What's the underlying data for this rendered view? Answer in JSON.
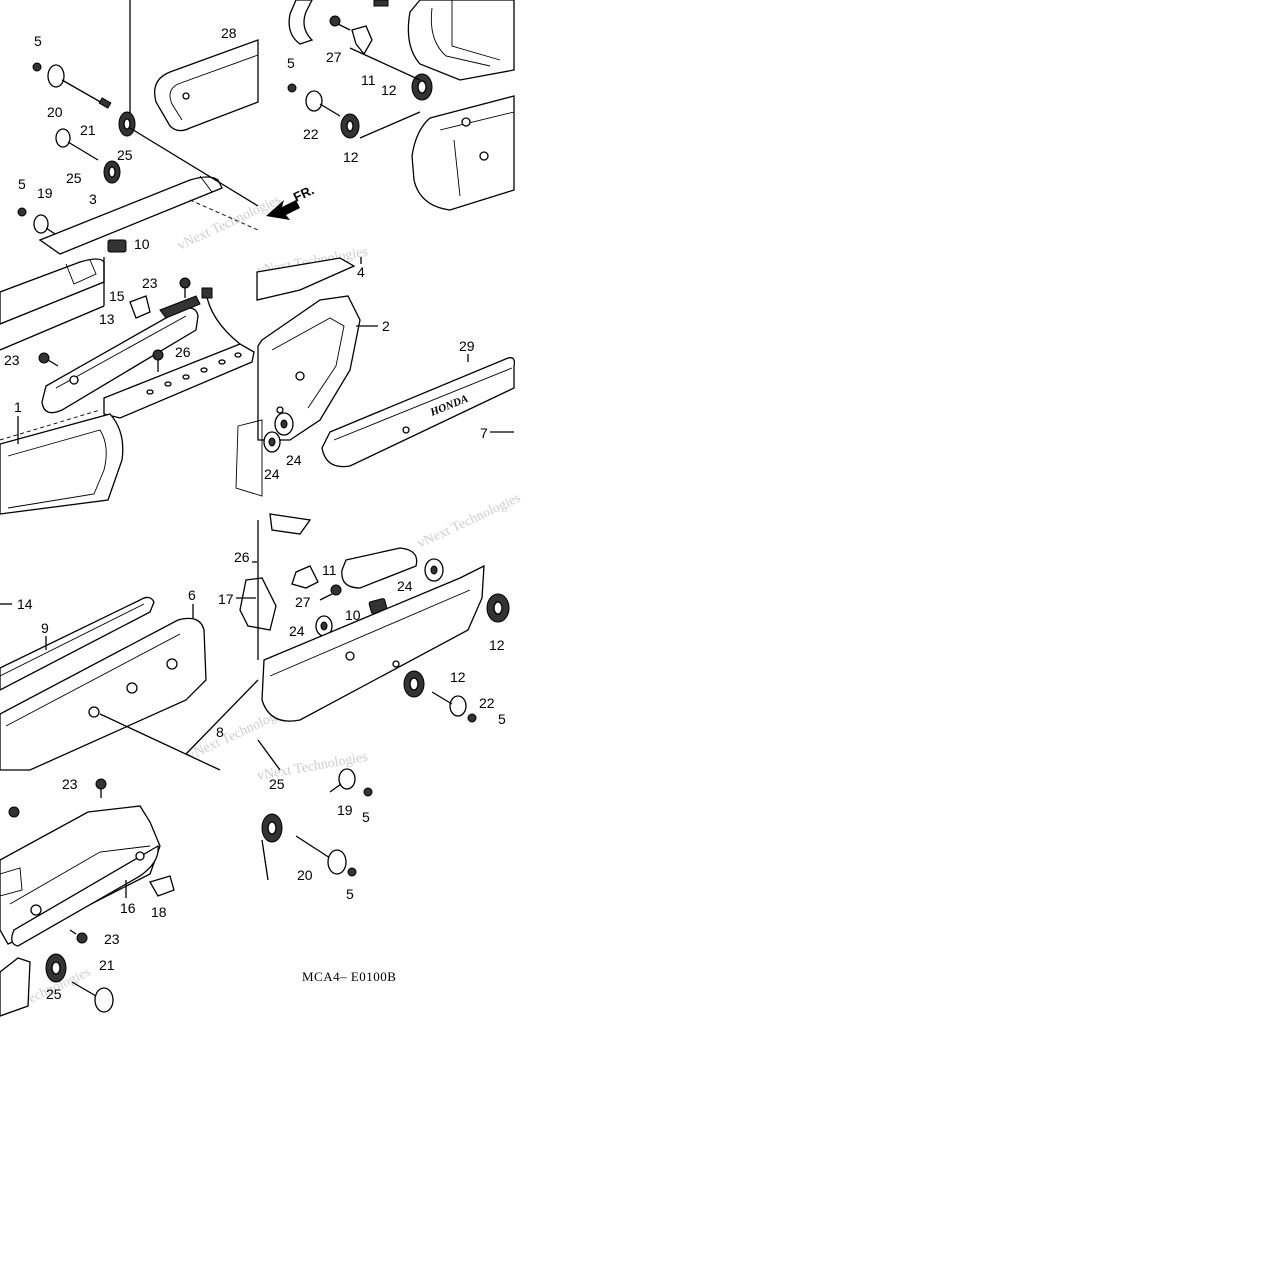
{
  "diagram": {
    "diagram_code": "MCA4– E0100B",
    "front_arrow_label": "FR.",
    "brand_mark": "HONDA",
    "watermark_text": "vNext Technologies",
    "callouts": [
      {
        "id": "c-28a",
        "label": "28"
      },
      {
        "id": "c-5a",
        "label": "5"
      },
      {
        "id": "c-20a",
        "label": "20"
      },
      {
        "id": "c-21a",
        "label": "21"
      },
      {
        "id": "c-25a",
        "label": "25"
      },
      {
        "id": "c-25b",
        "label": "25"
      },
      {
        "id": "c-5b",
        "label": "5"
      },
      {
        "id": "c-19a",
        "label": "19"
      },
      {
        "id": "c-3",
        "label": "3"
      },
      {
        "id": "c-10a",
        "label": "10"
      },
      {
        "id": "c-27a",
        "label": "27"
      },
      {
        "id": "c-11a",
        "label": "11"
      },
      {
        "id": "c-5c",
        "label": "5"
      },
      {
        "id": "c-12a",
        "label": "12"
      },
      {
        "id": "c-22a",
        "label": "22"
      },
      {
        "id": "c-12b",
        "label": "12"
      },
      {
        "id": "c-4",
        "label": "4"
      },
      {
        "id": "c-23a",
        "label": "23"
      },
      {
        "id": "c-15",
        "label": "15"
      },
      {
        "id": "c-13",
        "label": "13"
      },
      {
        "id": "c-26a",
        "label": "26"
      },
      {
        "id": "c-23b",
        "label": "23"
      },
      {
        "id": "c-1",
        "label": "1"
      },
      {
        "id": "c-2",
        "label": "2"
      },
      {
        "id": "c-29",
        "label": "29"
      },
      {
        "id": "c-24a",
        "label": "24"
      },
      {
        "id": "c-24b",
        "label": "24"
      },
      {
        "id": "c-7",
        "label": "7"
      },
      {
        "id": "c-26b",
        "label": "26"
      },
      {
        "id": "c-11b",
        "label": "11"
      },
      {
        "id": "c-14",
        "label": "14"
      },
      {
        "id": "c-9",
        "label": "9"
      },
      {
        "id": "c-6",
        "label": "6"
      },
      {
        "id": "c-17",
        "label": "17"
      },
      {
        "id": "c-27b",
        "label": "27"
      },
      {
        "id": "c-10b",
        "label": "10"
      },
      {
        "id": "c-24c",
        "label": "24"
      },
      {
        "id": "c-24d",
        "label": "24"
      },
      {
        "id": "c-12c",
        "label": "12"
      },
      {
        "id": "c-12d",
        "label": "12"
      },
      {
        "id": "c-22b",
        "label": "22"
      },
      {
        "id": "c-5d",
        "label": "5"
      },
      {
        "id": "c-8",
        "label": "8"
      },
      {
        "id": "c-23c",
        "label": "23"
      },
      {
        "id": "c-25c",
        "label": "25"
      },
      {
        "id": "c-19b",
        "label": "19"
      },
      {
        "id": "c-5e",
        "label": "5"
      },
      {
        "id": "c-20b",
        "label": "20"
      },
      {
        "id": "c-5f",
        "label": "5"
      },
      {
        "id": "c-16",
        "label": "16"
      },
      {
        "id": "c-18",
        "label": "18"
      },
      {
        "id": "c-23d",
        "label": "23"
      },
      {
        "id": "c-21b",
        "label": "21"
      },
      {
        "id": "c-25d",
        "label": "25"
      }
    ]
  }
}
